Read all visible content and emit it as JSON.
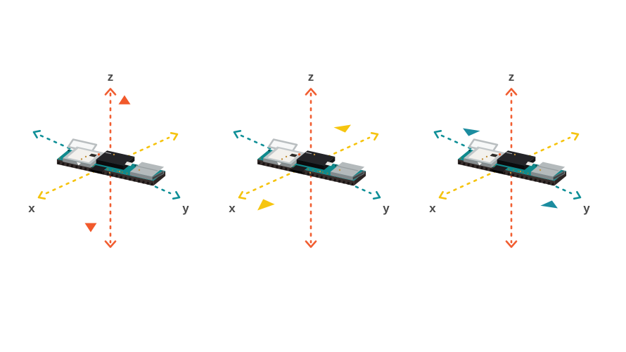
{
  "figure": {
    "type": "axes-orientation-diagram",
    "background": "#FFFFFF",
    "board": "teal-microcontroller-board"
  },
  "colors": {
    "x_axis_yellow": "#F5C30E",
    "y_axis_teal": "#0F8F97",
    "z_axis_orange": "#F15E31",
    "axis_label_gray": "#4A4A4A",
    "board_teal": "#0F8A8D",
    "board_edge_dark": "#3B2F2A",
    "shield_silver": "#C2C7C9",
    "chip_black": "#242428",
    "usb_silver": "#B4BABC"
  },
  "diagrams": [
    {
      "id": "z-axis-motion",
      "highlight_axis": "z",
      "highlight_color": "#F1592B",
      "labels": {
        "x": "x",
        "y": "y",
        "z": "z"
      },
      "arrows": [
        {
          "direction": "up"
        },
        {
          "direction": "down"
        }
      ]
    },
    {
      "id": "x-axis-motion",
      "highlight_axis": "x",
      "highlight_color": "#F6C50F",
      "labels": {
        "x": "x",
        "y": "y",
        "z": "z"
      },
      "arrows": [
        {
          "direction": "up-right"
        },
        {
          "direction": "down-left"
        }
      ]
    },
    {
      "id": "y-axis-motion",
      "highlight_axis": "y",
      "highlight_color": "#1B8C9F",
      "labels": {
        "x": "x",
        "y": "y",
        "z": "z"
      },
      "arrows": [
        {
          "direction": "up-left"
        },
        {
          "direction": "down-right"
        }
      ]
    }
  ]
}
